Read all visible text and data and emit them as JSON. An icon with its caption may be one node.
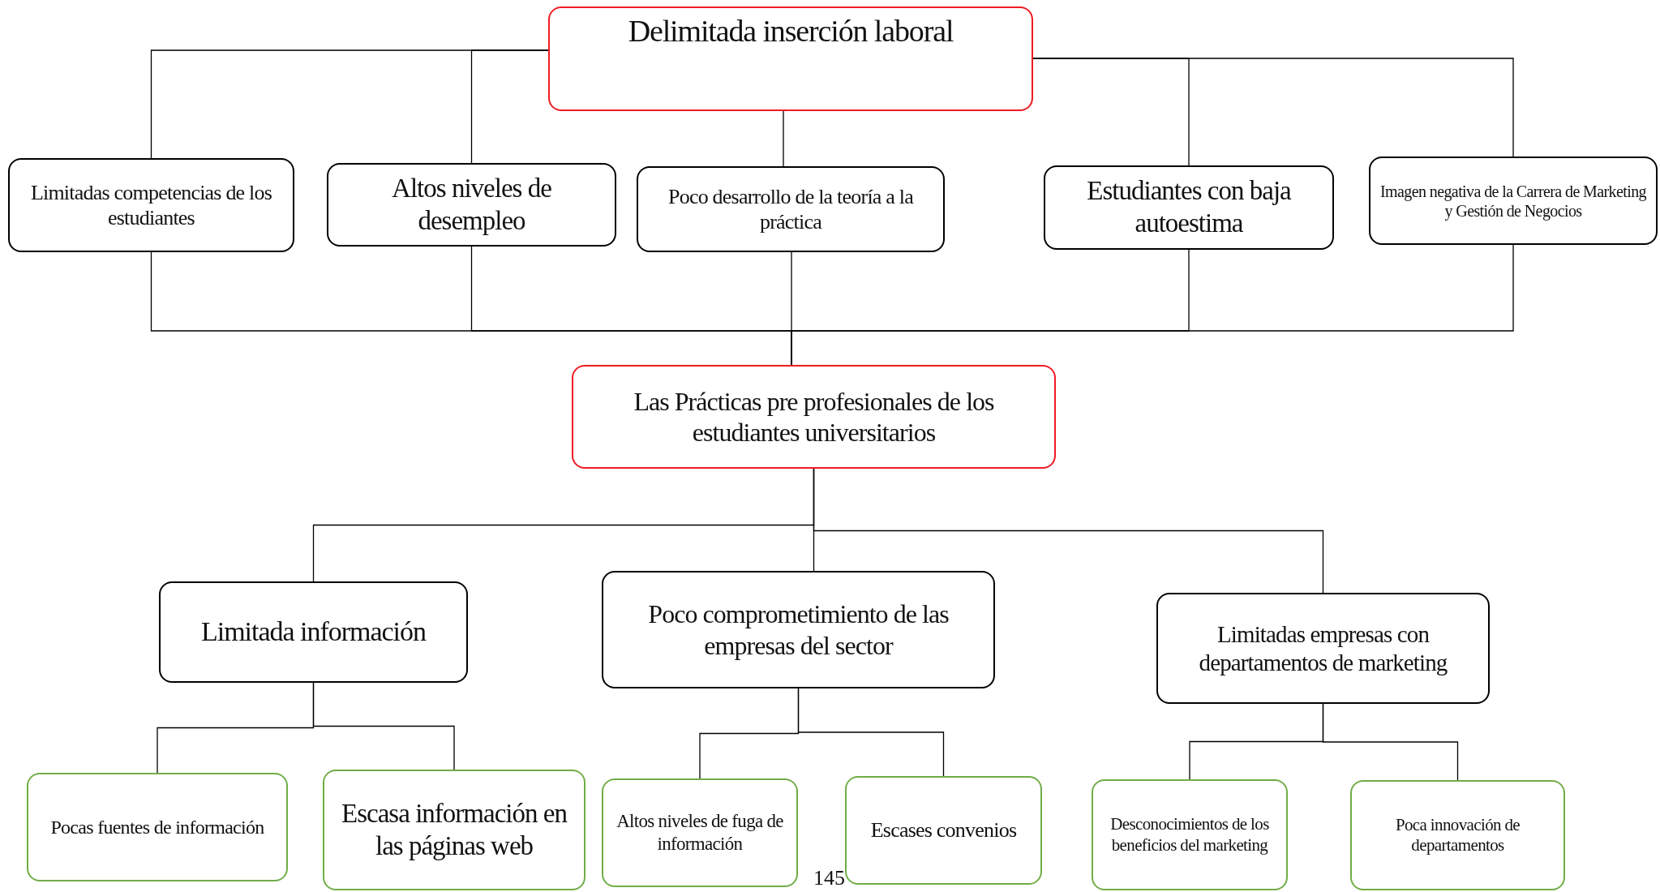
{
  "diagram": {
    "nodes": [
      {
        "text": [
          "Delimitada inserción laboral"
        ]
      },
      {
        "text": [
          "Limitadas competencias de los estudiantes"
        ]
      },
      {
        "text": [
          "Altos niveles de desempleo"
        ]
      },
      {
        "text": [
          "Poco desarrollo de la teoría a la práctica"
        ]
      },
      {
        "text": [
          "Estudiantes con baja autoestima"
        ]
      },
      {
        "text": [
          "Imagen negativa de la Carrera de Marketing y Gestión de Negocios"
        ]
      },
      {
        "text": [
          "Las Prácticas pre profesionales de los estudiantes universitarios"
        ]
      },
      {
        "text": [
          "Limitada información"
        ]
      },
      {
        "text": [
          "Poco comprometimiento de las empresas del sector"
        ]
      },
      {
        "text": [
          "Limitadas empresas con departamentos de marketing"
        ]
      },
      {
        "text": [
          "Pocas fuentes de información"
        ]
      },
      {
        "text": [
          "Escasa información en las páginas web"
        ]
      },
      {
        "text": [
          "Altos niveles de fuga de información"
        ]
      },
      {
        "text": [
          "Escases convenios"
        ]
      },
      {
        "text": [
          "Desconocimientos de los beneficios del marketing"
        ]
      },
      {
        "text": [
          "Poca innovación de departamentos"
        ]
      }
    ],
    "edges": [
      {
        "from": 0,
        "to": 1,
        "arrow": "none"
      },
      {
        "from": 0,
        "to": 2,
        "arrow": "none"
      },
      {
        "from": 0,
        "to": 3,
        "arrow": "none"
      },
      {
        "from": 0,
        "to": 4,
        "arrow": "none"
      },
      {
        "from": 0,
        "to": 5,
        "arrow": "none"
      },
      {
        "from": 1,
        "to": 6,
        "arrow": "none"
      },
      {
        "from": 2,
        "to": 6,
        "arrow": "none"
      },
      {
        "from": 3,
        "to": 6,
        "arrow": "none"
      },
      {
        "from": 4,
        "to": 6,
        "arrow": "none"
      },
      {
        "from": 5,
        "to": 6,
        "arrow": "none"
      },
      {
        "from": 6,
        "to": 7,
        "arrow": "none"
      },
      {
        "from": 6,
        "to": 8,
        "arrow": "none"
      },
      {
        "from": 6,
        "to": 9,
        "arrow": "none"
      },
      {
        "from": 7,
        "to": 10,
        "arrow": "none"
      },
      {
        "from": 7,
        "to": 11,
        "arrow": "none"
      },
      {
        "from": 8,
        "to": 12,
        "arrow": "none"
      },
      {
        "from": 8,
        "to": 13,
        "arrow": "none"
      },
      {
        "from": 9,
        "to": 14,
        "arrow": "none"
      },
      {
        "from": 9,
        "to": 15,
        "arrow": "none"
      }
    ],
    "labels": [
      "145"
    ]
  }
}
